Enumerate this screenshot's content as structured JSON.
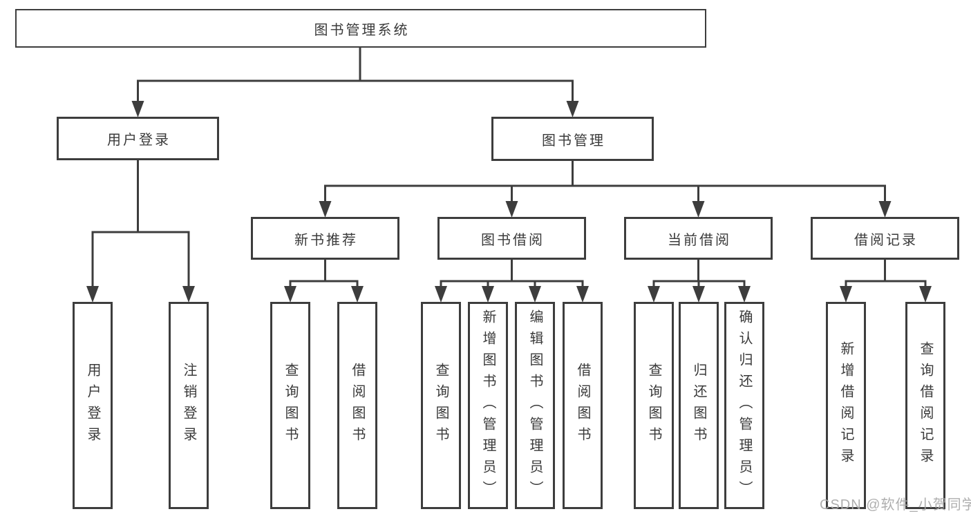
{
  "diagram_title": "图书管理系统",
  "tree": {
    "label": "图书管理系统",
    "children": [
      {
        "label": "用户登录",
        "children": [
          {
            "label": "用户登录"
          },
          {
            "label": "注销登录"
          }
        ]
      },
      {
        "label": "图书管理",
        "children": [
          {
            "label": "新书推荐",
            "children": [
              {
                "label": "查询图书"
              },
              {
                "label": "借阅图书"
              }
            ]
          },
          {
            "label": "图书借阅",
            "children": [
              {
                "label": "查询图书"
              },
              {
                "label": "新增图书（管理员）"
              },
              {
                "label": "编辑图书（管理员）"
              },
              {
                "label": "借阅图书"
              }
            ]
          },
          {
            "label": "当前借阅",
            "children": [
              {
                "label": "查询图书"
              },
              {
                "label": "归还图书"
              },
              {
                "label": "确认归还（管理员）"
              }
            ]
          },
          {
            "label": "借阅记录",
            "children": [
              {
                "label": "新增借阅记录"
              },
              {
                "label": "查询借阅记录"
              }
            ]
          }
        ]
      }
    ]
  },
  "watermark": "CSDN @软件_小贺同学",
  "colors": {
    "line": "#3d3d3d",
    "box_border": "#3d3d3d",
    "text": "#3a3a3a",
    "watermark": "#a8a8a8",
    "background": "#ffffff"
  }
}
